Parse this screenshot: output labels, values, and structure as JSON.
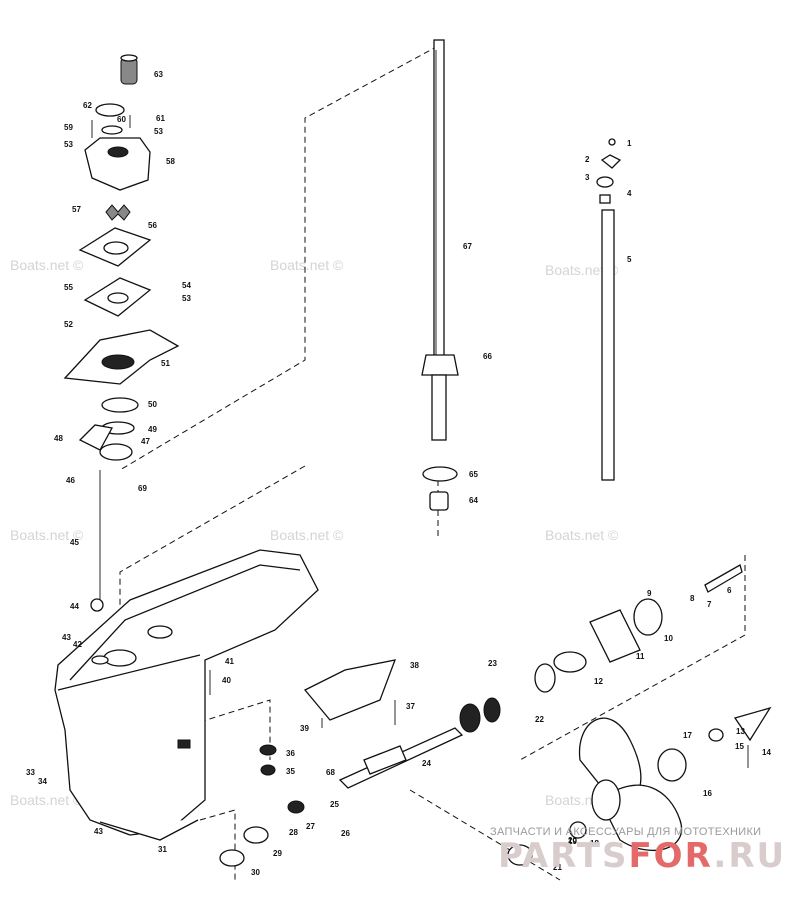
{
  "watermarks": [
    "Boats.net ©",
    "Boats.net ©",
    "Boats.net ©",
    "Boats.net ©",
    "Boats.net ©",
    "Boats.net ©",
    "Boats.net ©",
    "Boats.net ©"
  ],
  "brand": {
    "banner": "ЗАПЧАСТИ И АКСЕССУАРЫ ДЛЯ МОТОТЕХНИКИ",
    "logo_main": "PARTS",
    "logo_sep": "FOR",
    "logo_tld": ".RU"
  },
  "labels": [
    "1",
    "2",
    "3",
    "4",
    "5",
    "6",
    "7",
    "8",
    "9",
    "10",
    "11",
    "12",
    "13",
    "14",
    "15",
    "16",
    "17",
    "18",
    "19",
    "20",
    "21",
    "22",
    "23",
    "24",
    "25",
    "26",
    "27",
    "28",
    "29",
    "30",
    "31",
    "33",
    "34",
    "35",
    "36",
    "37",
    "38",
    "39",
    "40",
    "41",
    "42",
    "43",
    "43",
    "44",
    "45",
    "46",
    "47",
    "48",
    "49",
    "50",
    "51",
    "52",
    "53",
    "53",
    "53",
    "54",
    "55",
    "56",
    "57",
    "58",
    "59",
    "60",
    "61",
    "62",
    "63",
    "64",
    "65",
    "66",
    "67",
    "68",
    "69"
  ],
  "colors": {
    "line": "#111111",
    "watermark": "#d4d4d4",
    "brand_accent": "#e46a6a"
  }
}
